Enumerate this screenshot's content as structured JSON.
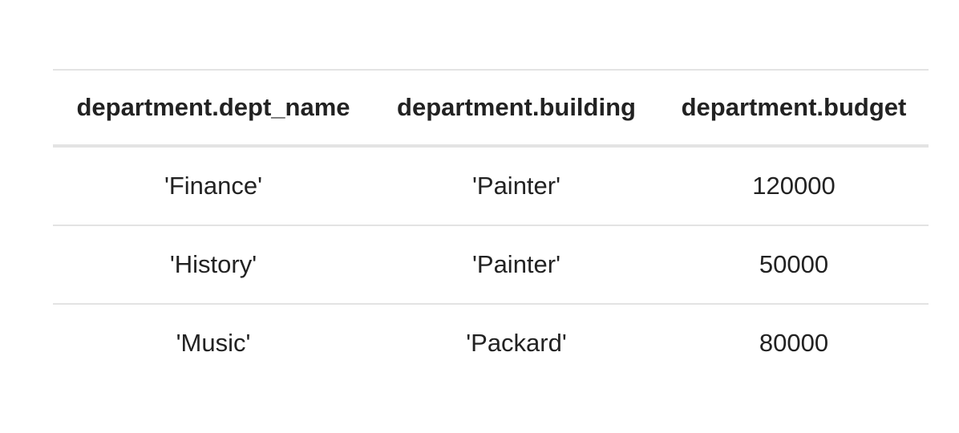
{
  "table": {
    "headers": [
      "department.dept_name",
      "department.building",
      "department.budget"
    ],
    "rows": [
      [
        "'Finance'",
        "'Painter'",
        "120000"
      ],
      [
        "'History'",
        "'Painter'",
        "50000"
      ],
      [
        "'Music'",
        "'Packard'",
        "80000"
      ]
    ]
  }
}
